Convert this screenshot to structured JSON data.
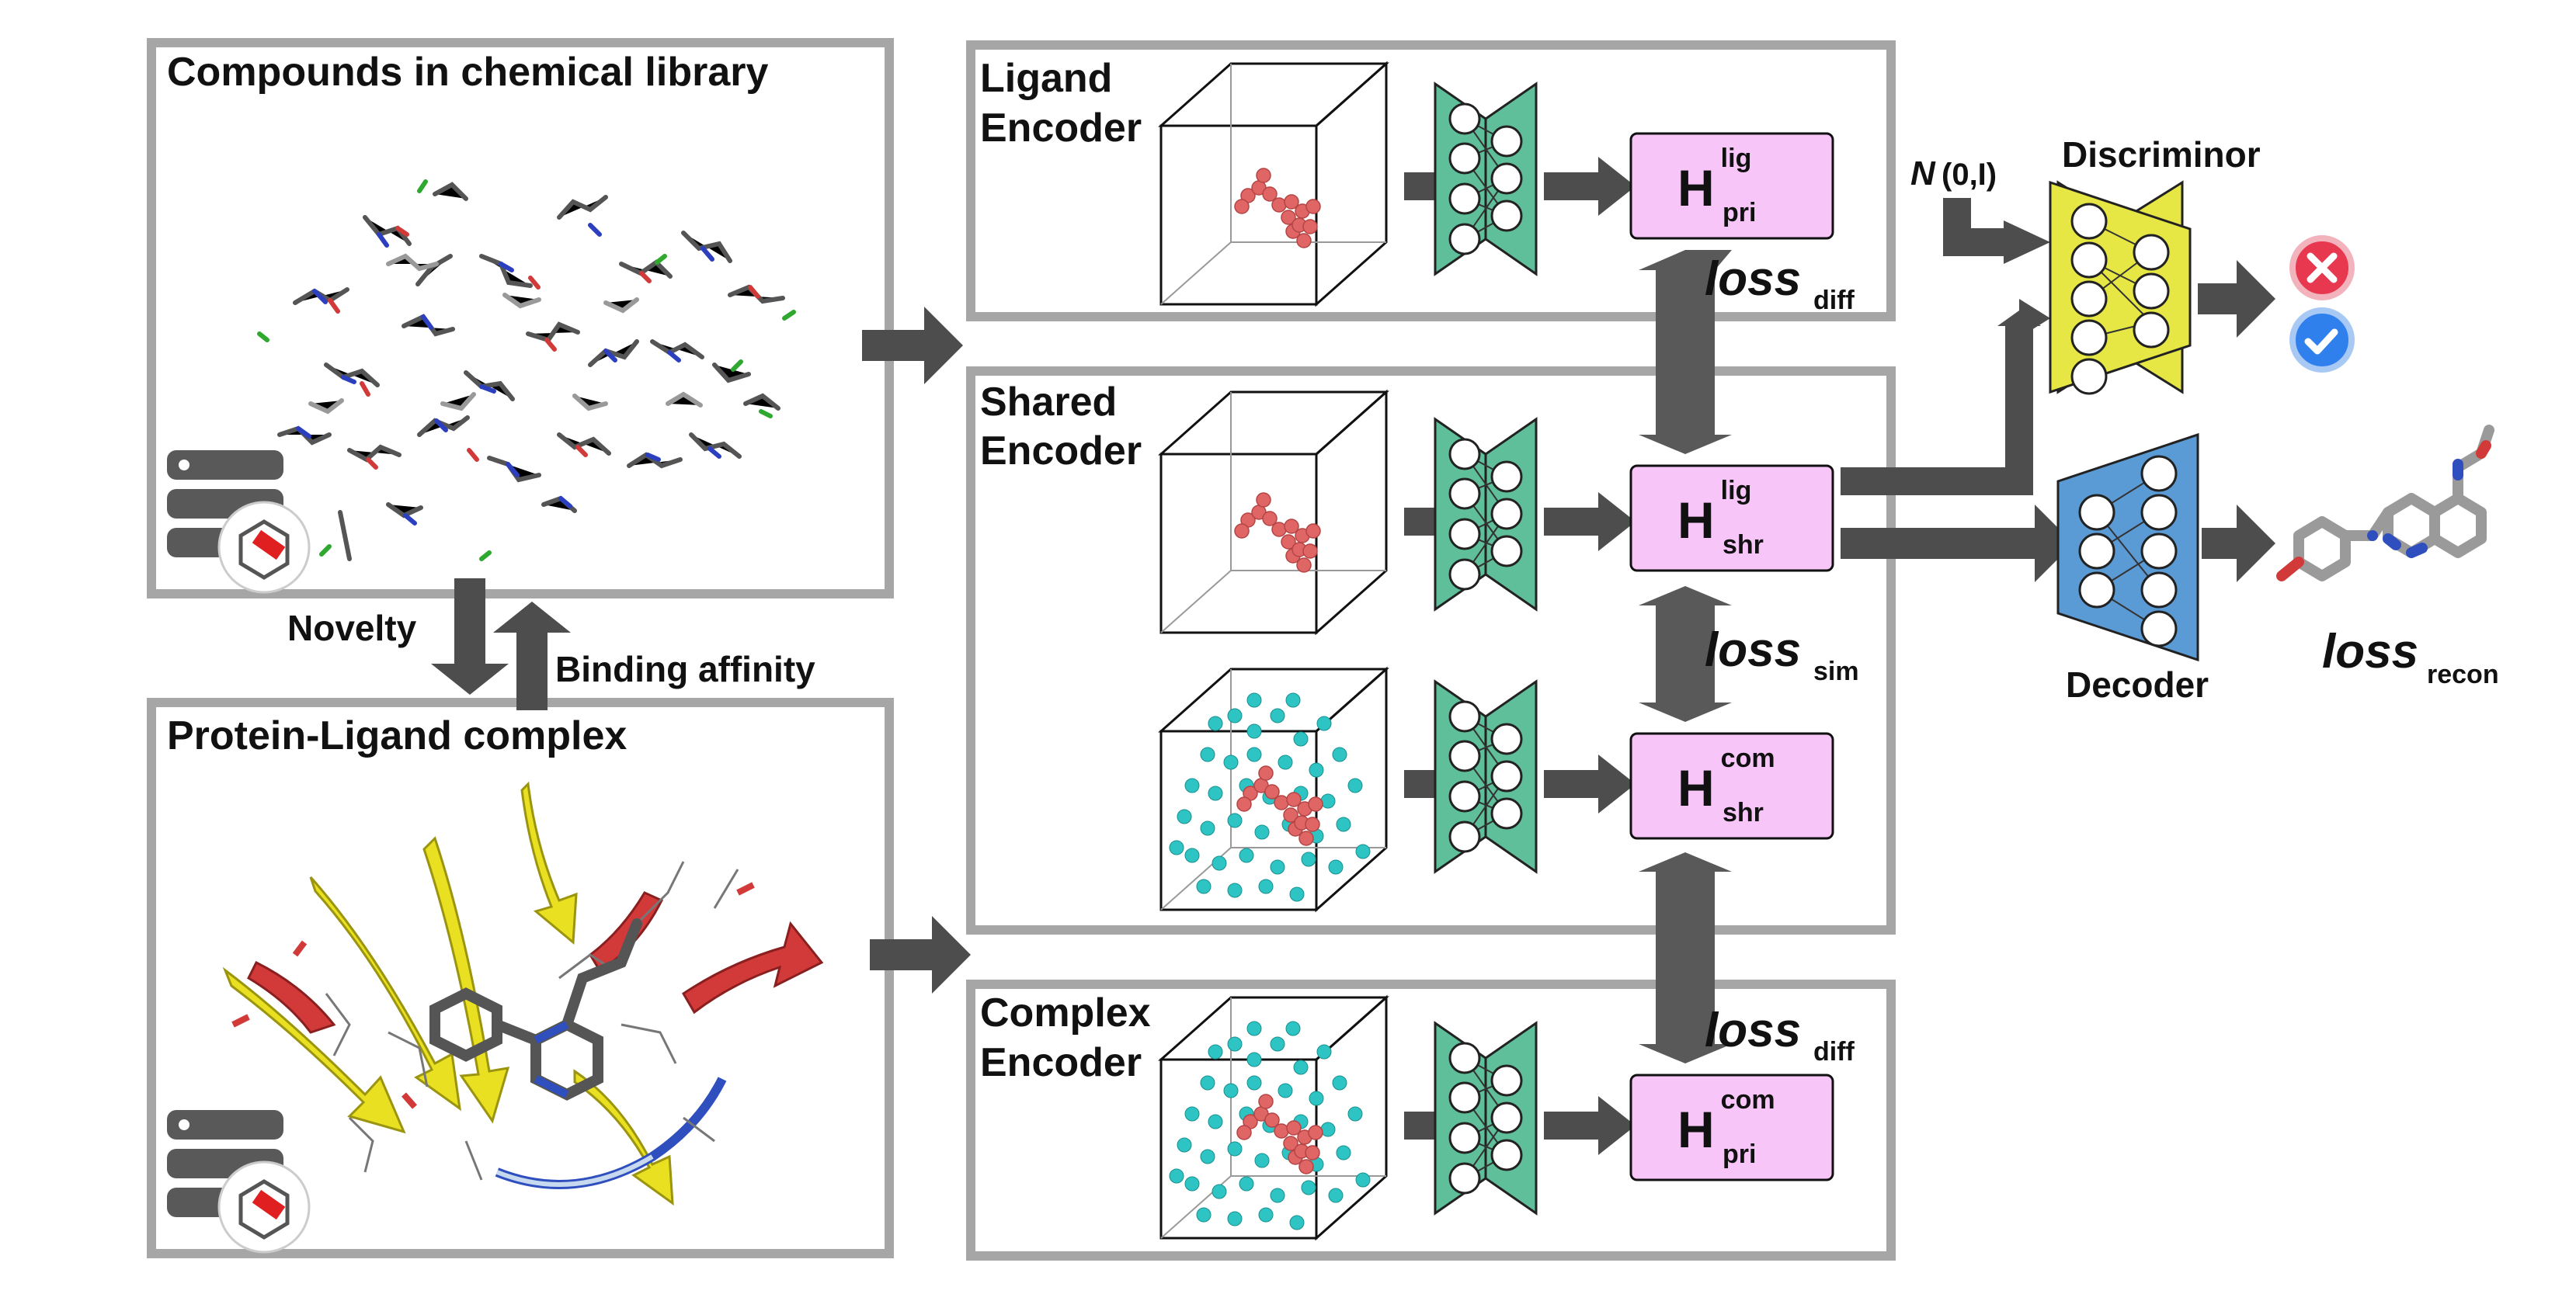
{
  "panels": {
    "library": {
      "title": "Compounds in chemical library"
    },
    "complex": {
      "title": "Protein-Ligand complex"
    },
    "ligand_encoder": {
      "line1": "Ligand",
      "line2": "Encoder"
    },
    "shared_encoder": {
      "line1": "Shared",
      "line2": "Encoder"
    },
    "complex_encoder": {
      "line1": "Complex",
      "line2": "Encoder"
    }
  },
  "links": {
    "novelty": "Novelty",
    "binding_affinity": "Binding affinity"
  },
  "hidden": {
    "h_lig_pri": {
      "base": "H",
      "sup": "lig",
      "sub": "pri"
    },
    "h_lig_shr": {
      "base": "H",
      "sup": "lig",
      "sub": "shr"
    },
    "h_com_shr": {
      "base": "H",
      "sup": "com",
      "sub": "shr"
    },
    "h_com_pri": {
      "base": "H",
      "sup": "com",
      "sub": "pri"
    }
  },
  "losses": {
    "diff_top": {
      "main": "loss",
      "sub": "diff"
    },
    "sim": {
      "main": "loss",
      "sub": "sim"
    },
    "diff_bottom": {
      "main": "loss",
      "sub": "diff"
    },
    "recon": {
      "main": "loss",
      "sub": "recon"
    }
  },
  "right": {
    "noise_n": "N",
    "noise_params": "(0,I)",
    "discriminator": "Discriminor",
    "decoder": "Decoder"
  },
  "colors": {
    "panel_border": "#a6a6a6",
    "arrow": "#4d4d4d",
    "hidden_fill": "#f7c5f7",
    "encoder_fill": "#5fbf9a",
    "discriminator_fill": "#e6e645",
    "decoder_fill": "#5b9bd5",
    "ligand_red": "#e06666",
    "protein_cyan": "#2ec4c4",
    "ribbon_yellow": "#e8e020",
    "ribbon_red": "#d23a3a",
    "reject_icon": "#e8384f",
    "accept_icon": "#2f80ed"
  },
  "icons": [
    "database-icon",
    "reject-icon",
    "accept-icon",
    "molecule-icon"
  ]
}
